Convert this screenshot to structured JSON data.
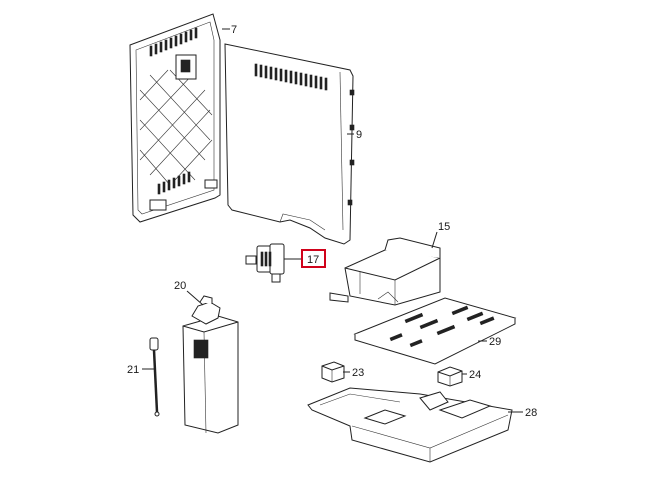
{
  "diagram": {
    "highlight_color": "#d0021b",
    "highlighted_callout": "17",
    "callouts": {
      "p7": "7",
      "p9": "9",
      "p15": "15",
      "p17": "17",
      "p20": "20",
      "p21": "21",
      "p23": "23",
      "p24": "24",
      "p28": "28",
      "p29": "29"
    }
  }
}
